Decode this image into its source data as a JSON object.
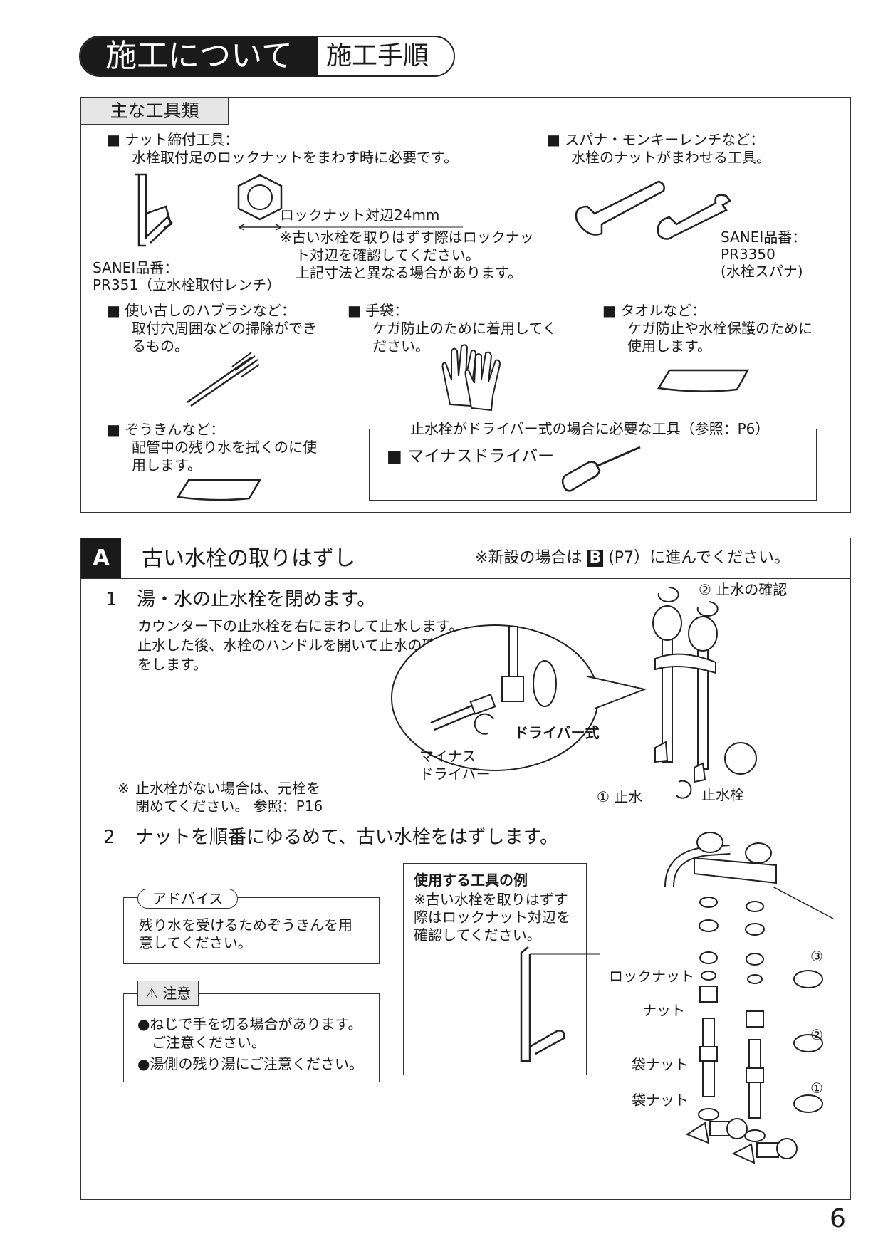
{
  "header": {
    "main_title": "施工について",
    "sub_title": "施工手順"
  },
  "tools": {
    "tab": "主な工具類",
    "nut_tool": {
      "title": "ナット締付工具：",
      "desc": "水栓取付足のロックナットをまわす時に必要です。",
      "part_line1": "SANEI品番：",
      "part_line2": "PR351（立水栓取付レンチ）"
    },
    "locknut": {
      "dim": "ロックナット対辺24mm",
      "note1": "※古い水栓を取りはずす際はロックナッ",
      "note2": "ト対辺を確認してください。",
      "note3": "上記寸法と異なる場合があります。"
    },
    "spanner": {
      "title": "スパナ・モンキーレンチなど：",
      "desc": "水栓のナットがまわせる工具。",
      "part1": "SANEI品番：",
      "part2": "PR3350",
      "part3": "(水栓スパナ)"
    },
    "brush": {
      "title": "使い古しのハブラシなど：",
      "desc1": "取付穴周囲などの掃除ができ",
      "desc2": "るもの。"
    },
    "gloves": {
      "title": "手袋：",
      "desc1": "ケガ防止のために着用してく",
      "desc2": "ださい。"
    },
    "towel": {
      "title": "タオルなど：",
      "desc1": "ケガ防止や水栓保護のために",
      "desc2": "使用します。"
    },
    "rag": {
      "title": "ぞうきんなど：",
      "desc1": "配管中の残り水を拭くのに使",
      "desc2": "用します。"
    },
    "driver_box": {
      "legend": "止水栓がドライバー式の場合に必要な工具（参照：P6）",
      "item": "マイナスドライバー"
    }
  },
  "section_a": {
    "tab": "A",
    "title": "古い水栓の取りはずし",
    "note_pre": "※新設の場合は",
    "note_badge": "B",
    "note_post": "(P7）に進んでください。",
    "step1": {
      "num": "1",
      "title": "湯・水の止水栓を閉めます。",
      "body1": "カウンター下の止水栓を右にまわして止水します。",
      "body2": "止水した後、水栓のハンドルを開いて止水の確認",
      "body3": "をします。",
      "note_mark": "※",
      "note1": "止水栓がない場合は、元栓を",
      "note2": "閉めてください。 参照：P16",
      "label_check": "② 止水の確認",
      "label_driver_type": "ドライバー式",
      "label_minus1": "マイナス",
      "label_minus2": "ドライバー",
      "label_stop": "① 止水",
      "label_valve": "止水栓"
    },
    "step2": {
      "num": "2",
      "title": "ナットを順番にゆるめて、古い水栓をはずします。",
      "advice_label": "アドバイス",
      "advice1": "残り水を受けるためぞうきんを用",
      "advice2": "意してください。",
      "caution_label": "注意",
      "caution1": "●ねじで手を切る場合があります。",
      "caution2": "ご注意ください。",
      "caution3": "●湯側の残り湯にご注意ください。",
      "tool_title": "使用する工具の例",
      "tool1": "※古い水栓を取りはずす",
      "tool2": "際はロックナット対辺を",
      "tool3": "確認してください。",
      "label_locknut": "ロックナット",
      "label_nut": "ナット",
      "label_bag1": "袋ナット",
      "label_bag2": "袋ナット",
      "n3": "③",
      "n2": "②",
      "n1": "①"
    }
  },
  "page_number": "6"
}
